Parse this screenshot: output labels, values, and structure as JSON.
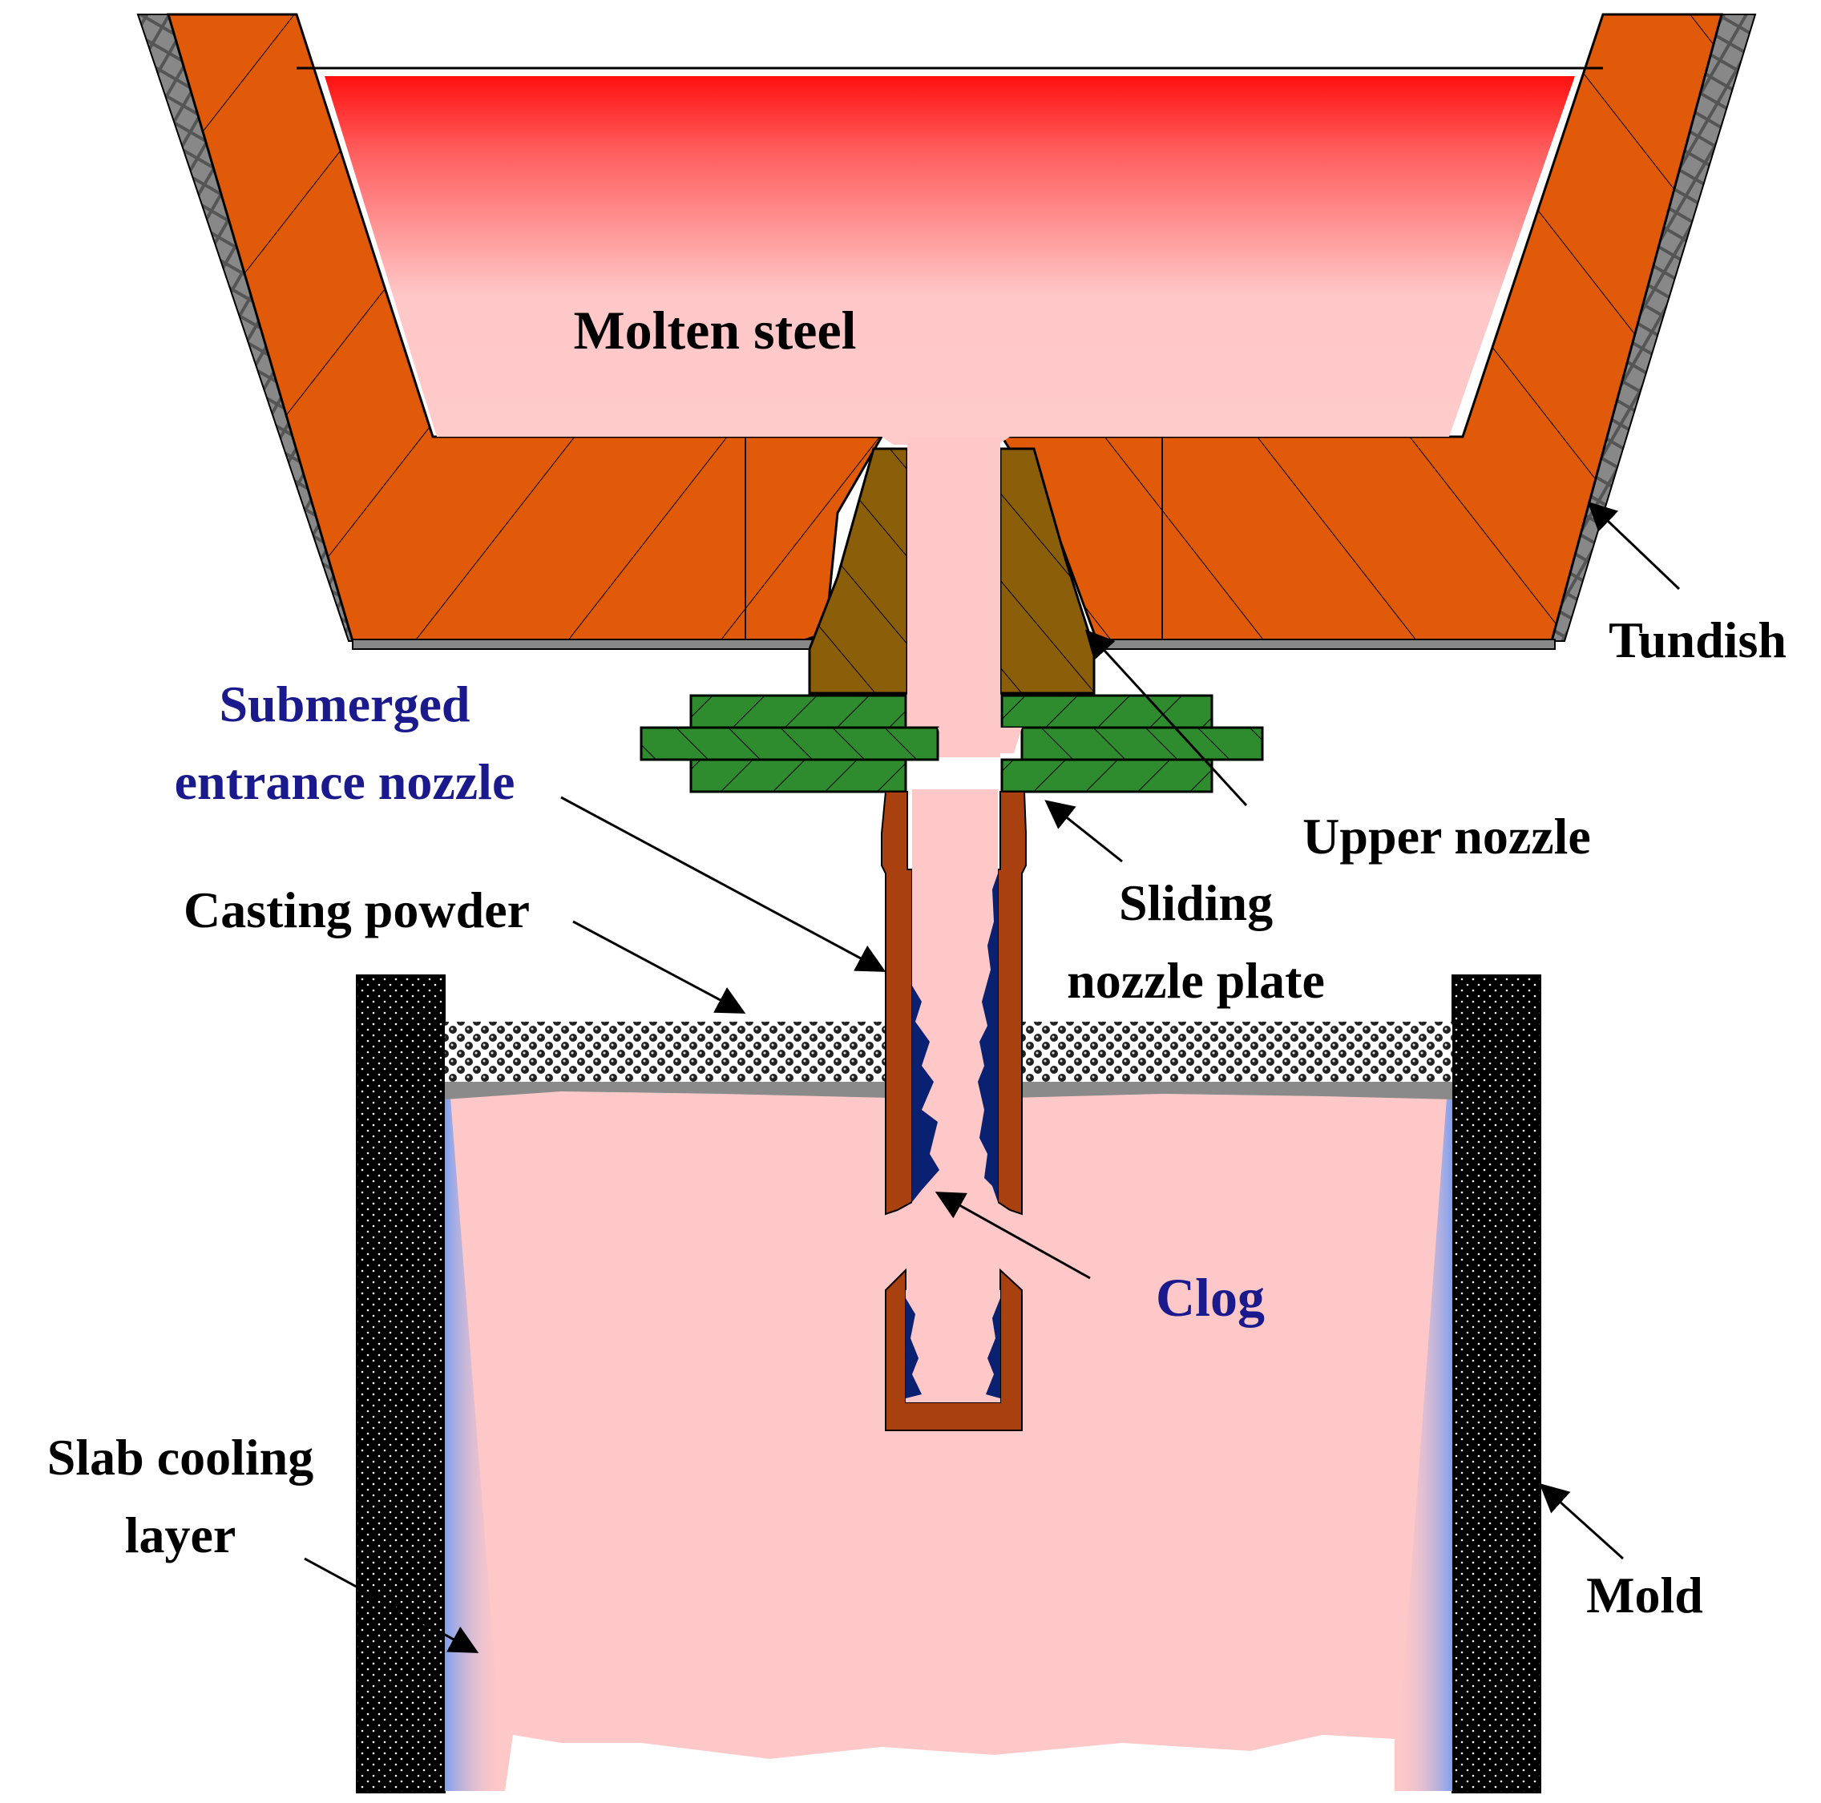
{
  "labels": {
    "molten_steel": "Molten steel",
    "tundish": "Tundish",
    "upper_nozzle": "Upper nozzle",
    "sliding_plate_line1": "Sliding",
    "sliding_plate_line2": "nozzle plate",
    "sen_line1": "Submerged",
    "sen_line2": "entrance nozzle",
    "casting_powder": "Casting powder",
    "clog": "Clog",
    "slab_cooling_line1": "Slab cooling",
    "slab_cooling_line2": "layer",
    "mold": "Mold"
  },
  "colors": {
    "refractory": "#e05a0a",
    "upper_nozzle": "#8b5e0a",
    "sliding_plate": "#2e8b2e",
    "sen": "#a84010",
    "clog": "#0a2070",
    "molten_steel_hot": "#ff1010",
    "molten_steel": "#ffc8c8",
    "mold": "#000000",
    "cooling_layer": "#7fa0ee",
    "label_text": "#000000",
    "highlight_text": "#1a1a8c"
  }
}
